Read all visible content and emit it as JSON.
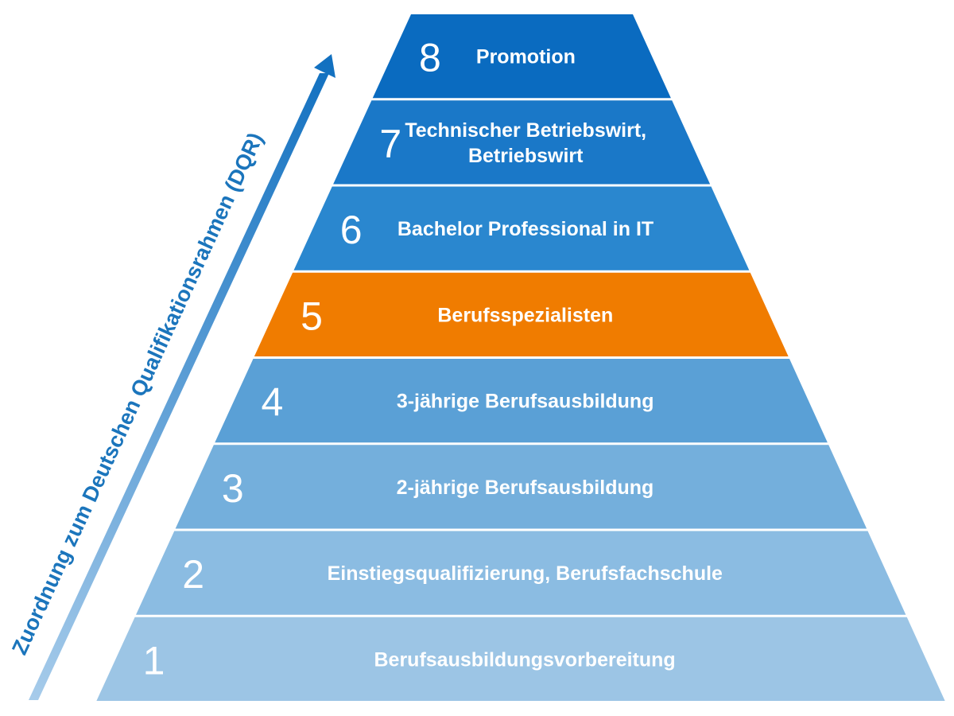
{
  "axis_label": "Zuordnung zum Deutschen Qualifikationsrahmen (DQR)",
  "levels": [
    {
      "number": "1",
      "lines": [
        "Berufsausbildungsvorbereitung"
      ],
      "color": "#9cc5e5"
    },
    {
      "number": "2",
      "lines": [
        "Einstiegsqualifizierung, Berufsfachschule"
      ],
      "color": "#8bbce2"
    },
    {
      "number": "3",
      "lines": [
        "2-jährige Berufsausbildung"
      ],
      "color": "#74afdc"
    },
    {
      "number": "4",
      "lines": [
        "3-jährige Berufsausbildung"
      ],
      "color": "#5aa0d6"
    },
    {
      "number": "5",
      "lines": [
        "Berufsspezialisten"
      ],
      "color": "#f07c00"
    },
    {
      "number": "6",
      "lines": [
        "Bachelor Professional in IT"
      ],
      "color": "#2a87cf"
    },
    {
      "number": "7",
      "lines": [
        "Technischer Betriebswirt,",
        "Betriebswirt"
      ],
      "color": "#1a78c8"
    },
    {
      "number": "8",
      "lines": [
        "Promotion"
      ],
      "color": "#0a6bc0"
    }
  ],
  "arrow_colors": {
    "start": "#a6cbea",
    "end": "#1170c0"
  }
}
